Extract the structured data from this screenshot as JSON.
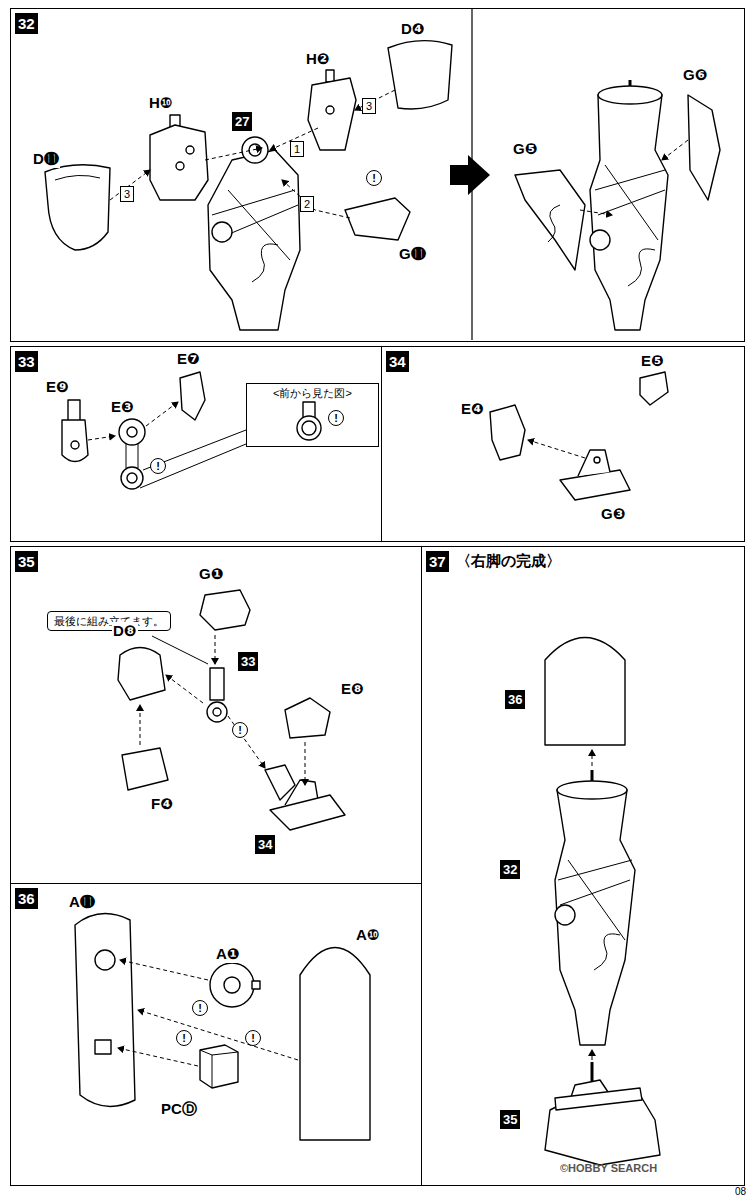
{
  "diagram": {
    "nodes": [
      {
        "text": [
          "32"
        ]
      },
      {
        "text": [
          "33"
        ]
      },
      {
        "text": [
          "<前から見た図>"
        ],
        "in": 1
      },
      {
        "text": [
          "34"
        ]
      },
      {
        "text": [
          "35"
        ]
      },
      {
        "text": [
          "最後に組み立てます。"
        ],
        "in": 4
      },
      {
        "text": [
          "37",
          "〈右脚の完成〉"
        ]
      },
      {
        "text": [
          "36"
        ]
      }
    ],
    "labels": [
      "D⓫",
      "H❿",
      "27",
      "H❷",
      "D❹",
      "1",
      "2",
      "3",
      "3",
      "!",
      "G⓫",
      "G❺",
      "G❻",
      "E❾",
      "E❸",
      "E❼",
      "!",
      "!",
      "E❹",
      "E❺",
      "G❸",
      "G❶",
      "33",
      "D❽",
      "!",
      "E❽",
      "F❹",
      "34",
      "A⓫",
      "A❶",
      "A❿",
      "!",
      "!",
      "!",
      "PCⒹ",
      "36",
      "32",
      "35",
      "©HOBBY SEARCH",
      "08"
    ]
  }
}
